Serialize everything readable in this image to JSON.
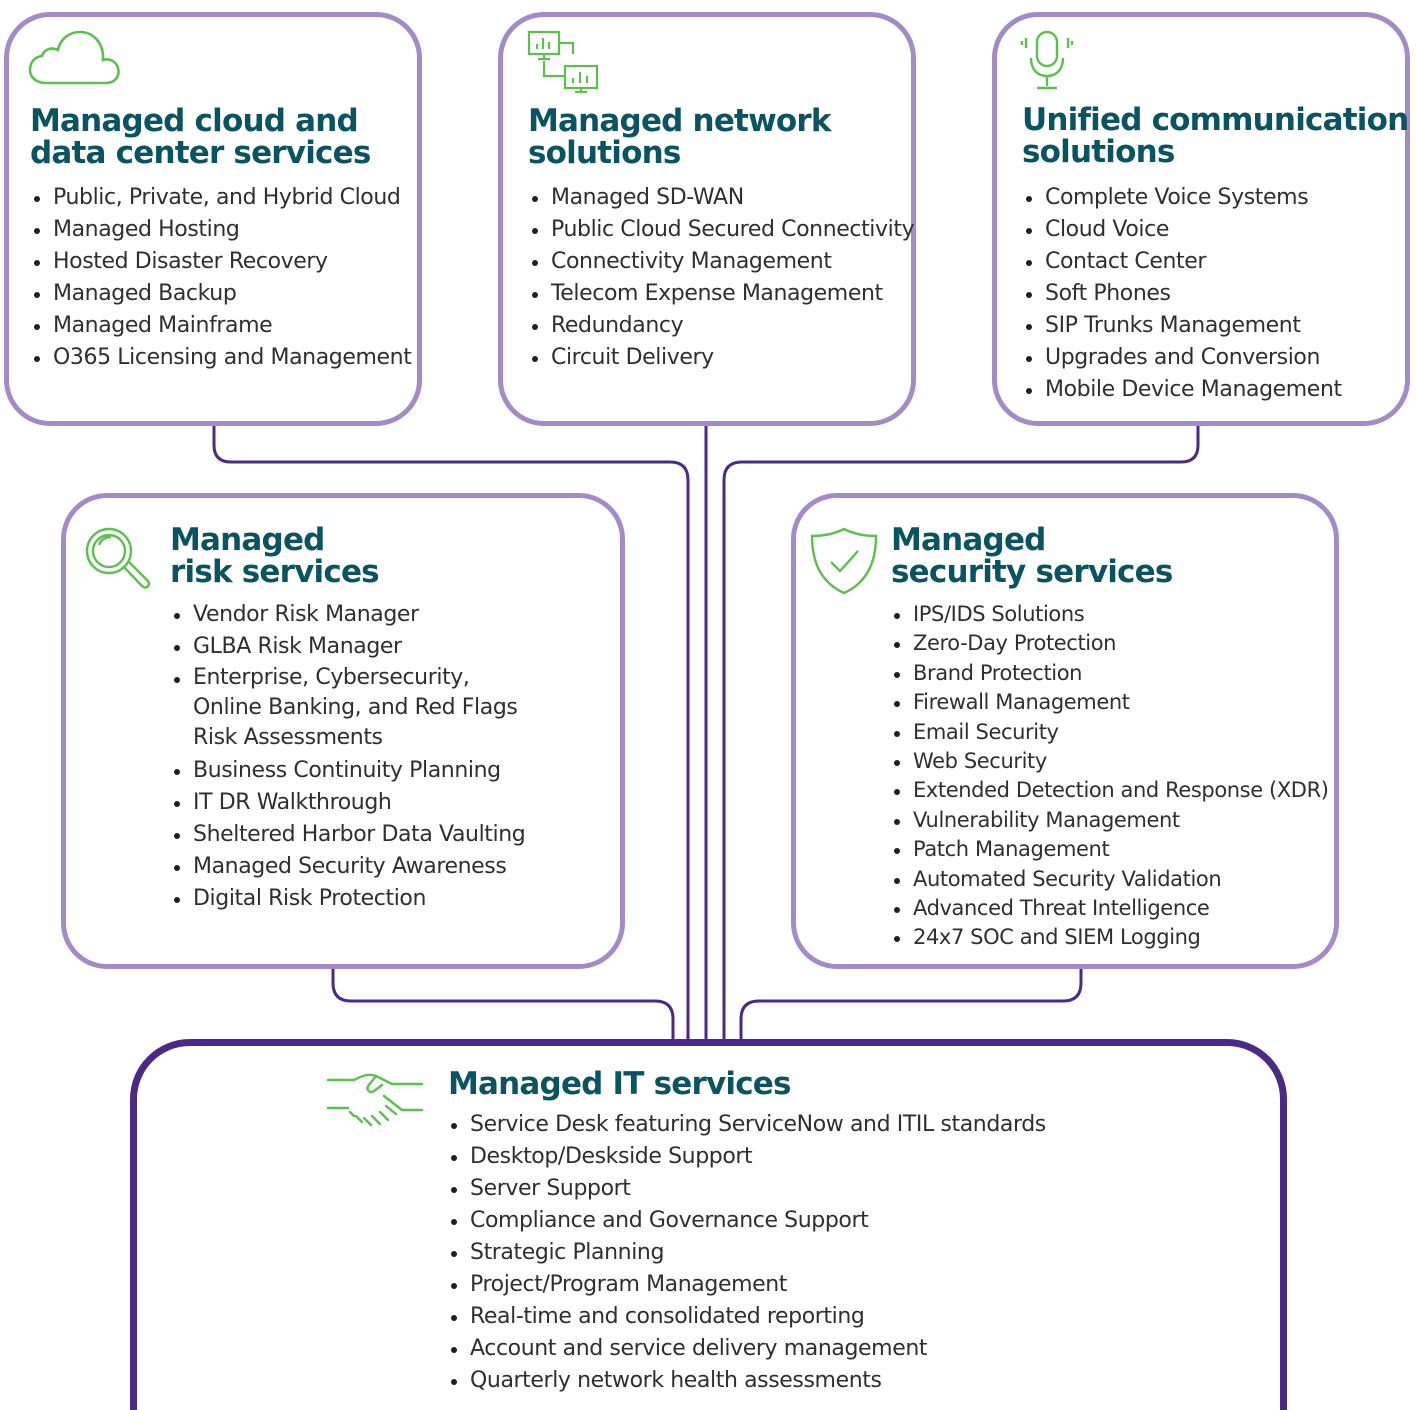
{
  "colors": {
    "title": "#0a5361",
    "text": "#2f2f2f",
    "box_border": "#a48bc8",
    "main_border": "#4b2a87",
    "connector": "#4b2a87",
    "icon": "#5cbf4e"
  },
  "cloud": {
    "icon": "cloud-icon",
    "title_line1": "Managed cloud and",
    "title_line2": "data center services",
    "items": [
      "Public, Private, and Hybrid Cloud",
      "Managed Hosting",
      "Hosted Disaster Recovery",
      "Managed Backup",
      "Managed Mainframe",
      "O365 Licensing and Management"
    ]
  },
  "network": {
    "icon": "network-monitor-icon",
    "title_line1": "Managed network",
    "title_line2": "solutions",
    "items": [
      "Managed SD-WAN",
      "Public Cloud Secured Connectivity",
      "Connectivity Management",
      "Telecom Expense Management",
      "Redundancy",
      "Circuit Delivery"
    ]
  },
  "unified": {
    "icon": "microphone-icon",
    "title_line1": "Unified communication",
    "title_line2": "solutions",
    "items": [
      "Complete Voice Systems",
      "Cloud Voice",
      "Contact Center",
      "Soft Phones",
      "SIP Trunks Management",
      "Upgrades and Conversion",
      "Mobile Device Management"
    ]
  },
  "risk": {
    "icon": "magnifier-icon",
    "title_line1": "Managed",
    "title_line2": "risk services",
    "items": [
      "Vendor Risk Manager",
      "GLBA Risk Manager",
      "Enterprise, Cybersecurity, Online Banking, and Red Flags Risk Assessments",
      "Business Continuity Planning",
      "IT DR Walkthrough",
      "Sheltered Harbor Data Vaulting",
      "Managed Security Awareness",
      "Digital Risk Protection"
    ]
  },
  "security": {
    "icon": "shield-check-icon",
    "title_line1": "Managed",
    "title_line2": "security services",
    "items": [
      "IPS/IDS Solutions",
      "Zero-Day Protection",
      "Brand Protection",
      "Firewall Management",
      "Email Security",
      "Web Security",
      "Extended Detection and Response (XDR)",
      "Vulnerability Management",
      "Patch Management",
      "Automated Security Validation",
      "Advanced Threat Intelligence",
      "24x7 SOC and SIEM Logging"
    ]
  },
  "it": {
    "icon": "handshake-icon",
    "title": "Managed IT services",
    "items": [
      "Service Desk featuring ServiceNow and ITIL standards",
      "Desktop/Deskside Support",
      "Server Support",
      "Compliance and Governance Support",
      "Strategic Planning",
      "Project/Program Management",
      "Real-time and consolidated reporting",
      "Account and service delivery management",
      "Quarterly network health assessments"
    ]
  }
}
